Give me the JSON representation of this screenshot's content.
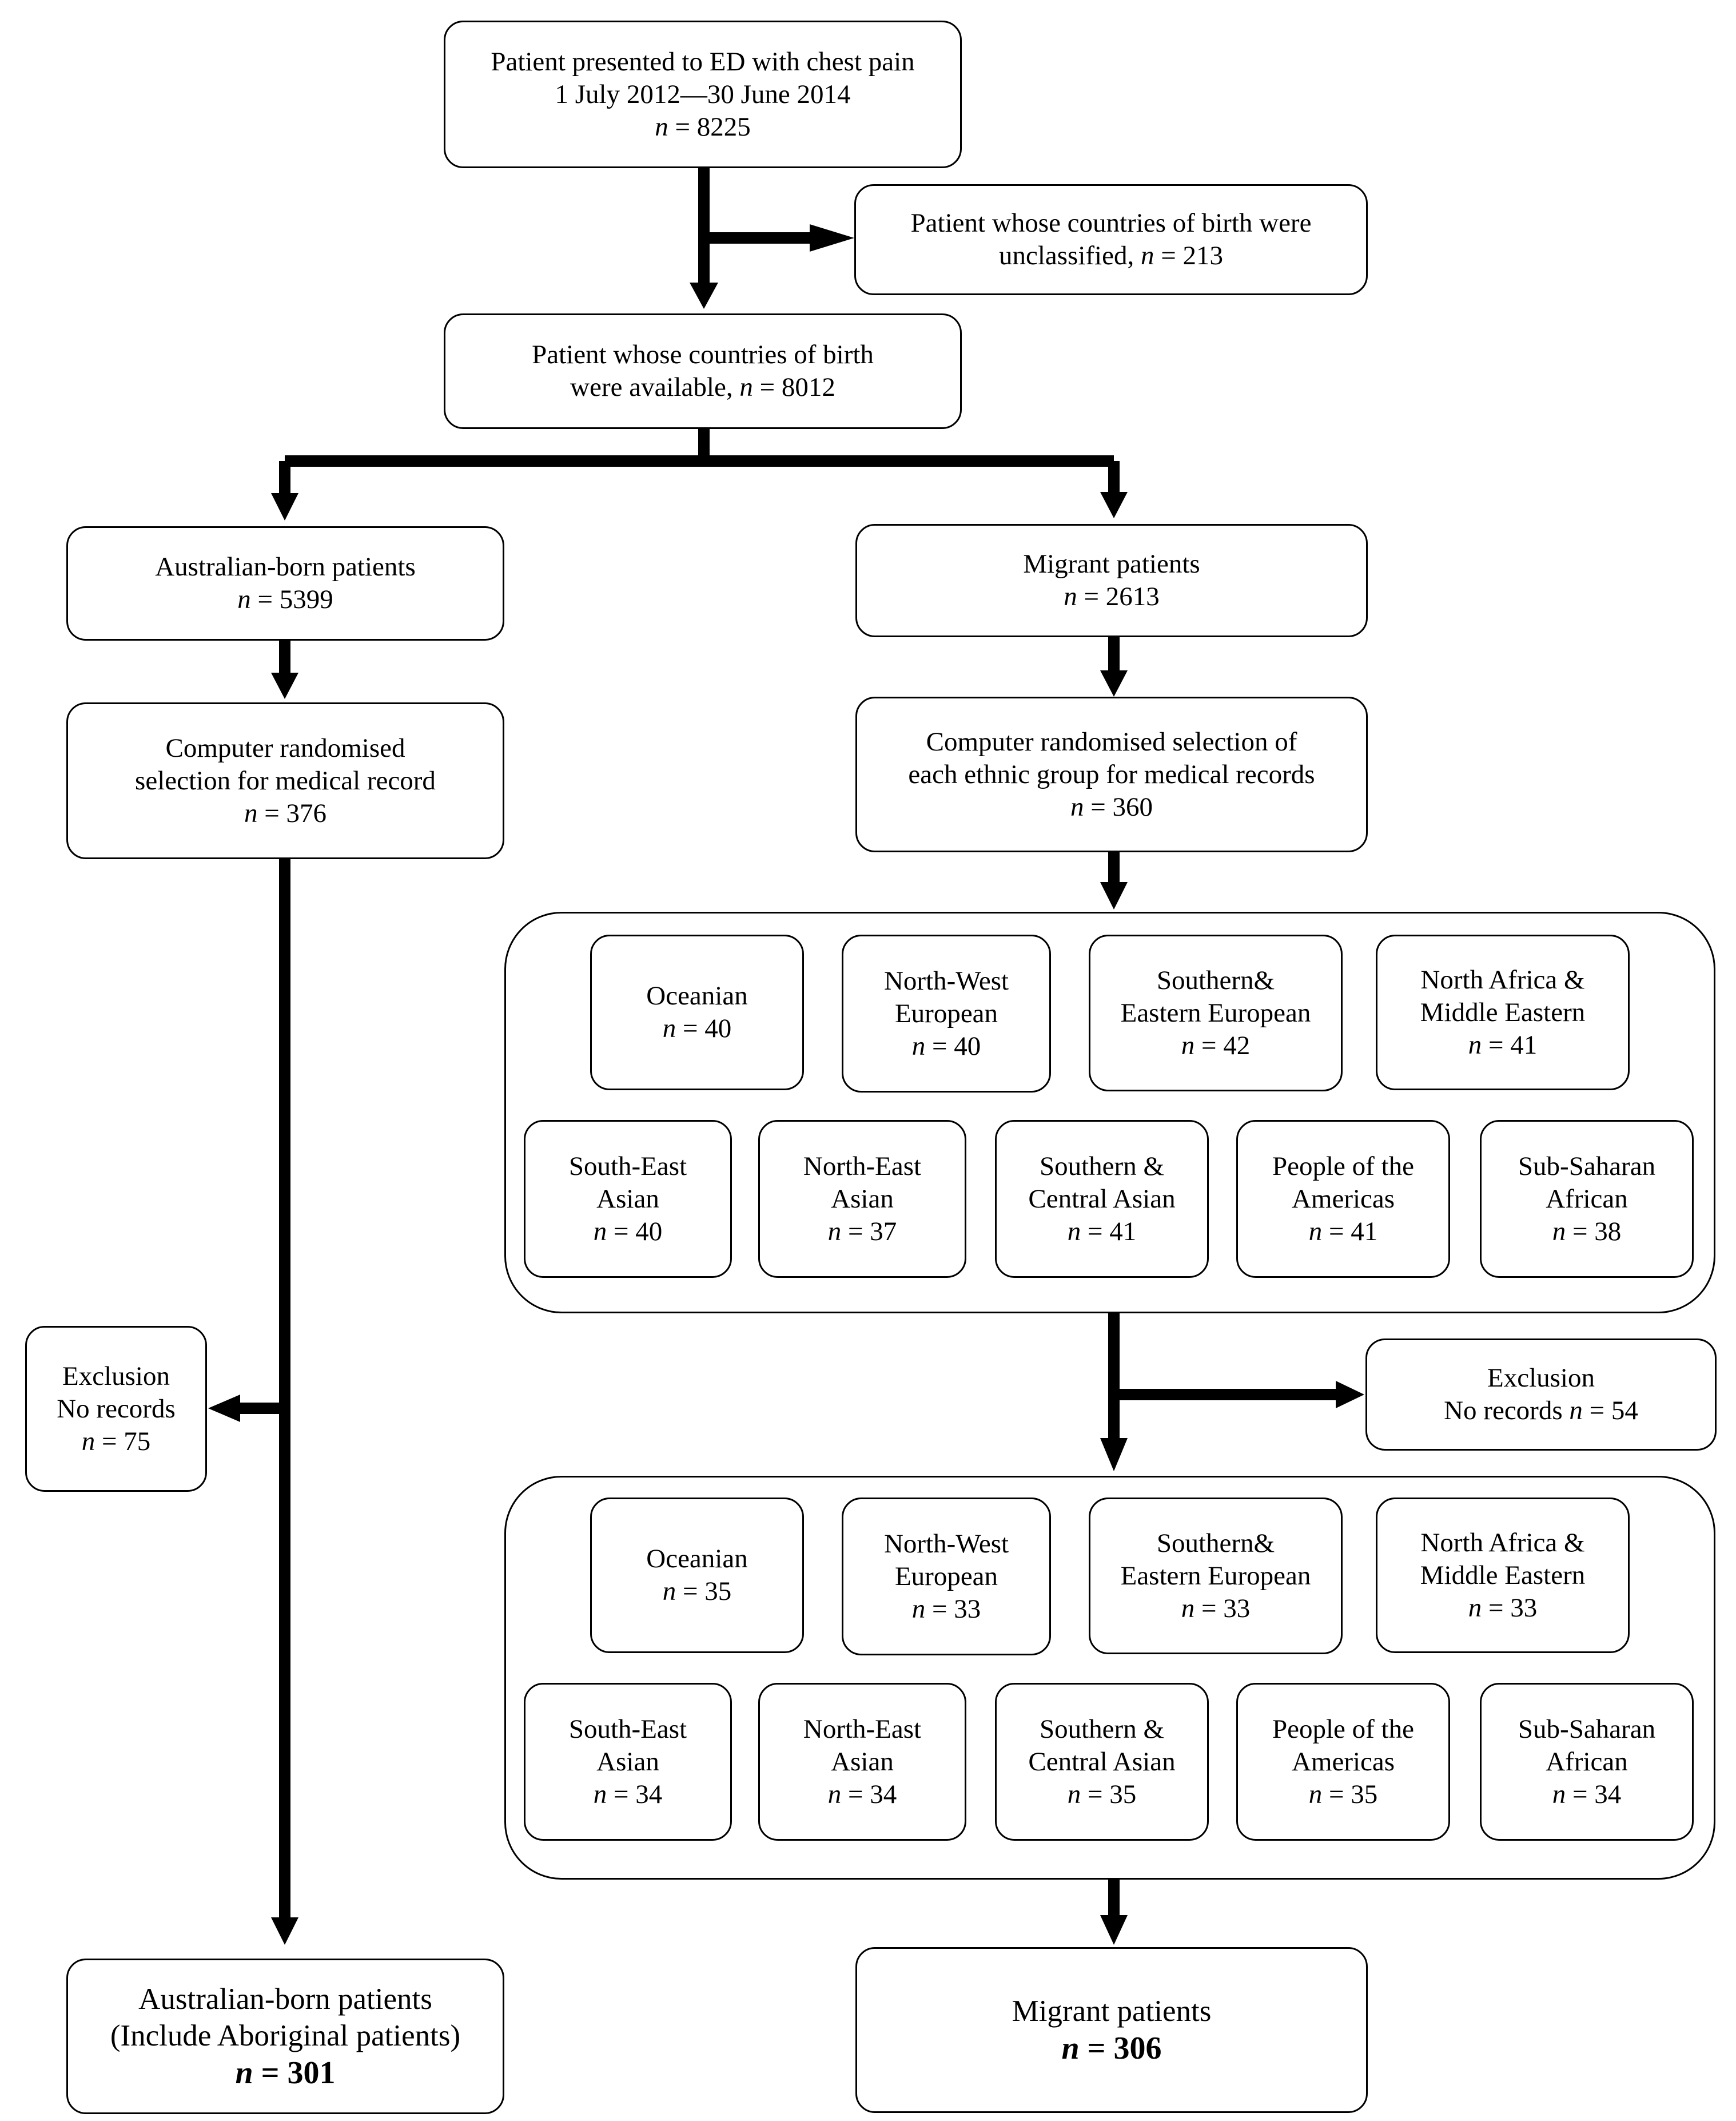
{
  "top": {
    "line1": "Patient presented to ED with chest pain",
    "line2": "1 July 2012—30 June 2014",
    "n": "8225"
  },
  "unclassified": {
    "line1": "Patient whose countries of birth  were",
    "line2": "unclassified,",
    "n": "213"
  },
  "available": {
    "line1": "Patient whose countries of birth",
    "line2": "were available,",
    "n": "8012"
  },
  "australian": {
    "line1": "Australian-born patients",
    "n": "5399"
  },
  "migrant": {
    "line1": "Migrant patients",
    "n": "2613"
  },
  "aus_random": {
    "line1": "Computer randomised",
    "line2": "selection for medical record",
    "n": "376"
  },
  "mig_random": {
    "line1": "Computer randomised  selection of",
    "line2": "each ethnic group for medical records",
    "n": "360"
  },
  "n_label": "n",
  "eq": " = ",
  "groups_before": [
    {
      "l1": "Oceanian",
      "l2": "",
      "n": "40"
    },
    {
      "l1": "North-West",
      "l2": "European",
      "n": "40"
    },
    {
      "l1": "Southern&",
      "l2": "Eastern European",
      "n": "42"
    },
    {
      "l1": "North Africa &",
      "l2": "Middle Eastern",
      "n": "41"
    },
    {
      "l1": "South-East",
      "l2": "Asian",
      "n": "40"
    },
    {
      "l1": "North-East",
      "l2": "Asian",
      "n": "37"
    },
    {
      "l1": "Southern &",
      "l2": "Central Asian",
      "n": "41"
    },
    {
      "l1": "People of the",
      "l2": "Americas",
      "n": "41"
    },
    {
      "l1": "Sub-Saharan",
      "l2": "African",
      "n": "38"
    }
  ],
  "groups_after": [
    {
      "l1": "Oceanian",
      "l2": "",
      "n": "35"
    },
    {
      "l1": "North-West",
      "l2": "European",
      "n": "33"
    },
    {
      "l1": "Southern&",
      "l2": "Eastern European",
      "n": "33"
    },
    {
      "l1": "North Africa &",
      "l2": "Middle Eastern",
      "n": "33"
    },
    {
      "l1": "South-East",
      "l2": "Asian",
      "n": "34"
    },
    {
      "l1": "North-East",
      "l2": "Asian",
      "n": "34"
    },
    {
      "l1": "Southern &",
      "l2": "Central Asian",
      "n": "35"
    },
    {
      "l1": "People of the",
      "l2": "Americas",
      "n": "35"
    },
    {
      "l1": "Sub-Saharan",
      "l2": "African",
      "n": "34"
    }
  ],
  "exclusion_left": {
    "line1": "Exclusion",
    "line2": "No records",
    "n": "75"
  },
  "exclusion_right": {
    "line1": "Exclusion",
    "line2": "No records ",
    "n": "54"
  },
  "final_aus": {
    "line1": "Australian-born patients",
    "line2": "(Include Aboriginal patients)",
    "n": "301"
  },
  "final_mig": {
    "line1": "Migrant patients",
    "n": "306"
  }
}
